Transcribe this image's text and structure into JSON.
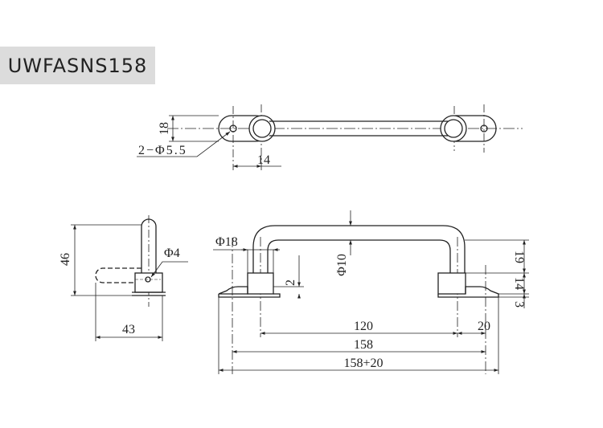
{
  "model_code": "UWFASNS158",
  "dimensions": {
    "top_width": "18",
    "holes": "2−Φ5.5",
    "top_offset": "14",
    "side_height": "46",
    "pin_diameter": "Φ4",
    "side_width": "43",
    "base_diameter": "Φ18",
    "bar_diameter": "Φ10",
    "bottom_small": "2",
    "height_19": "19",
    "height_14": "14",
    "height_3": "3",
    "inner_span": "120",
    "end_offset": "20",
    "center_span": "158",
    "overall_span": "158+20"
  }
}
